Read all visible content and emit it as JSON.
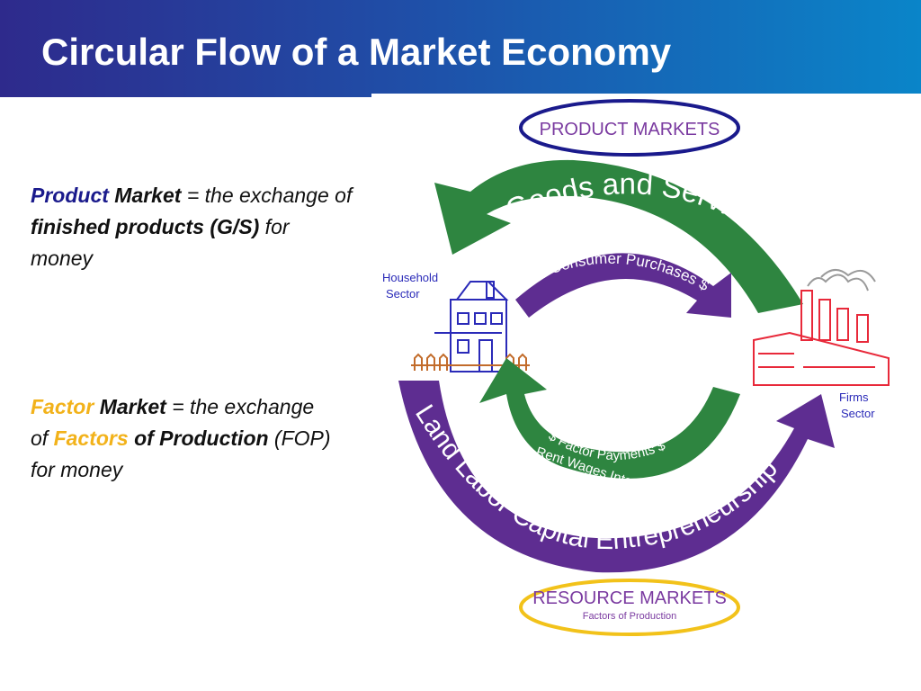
{
  "header": {
    "title": "Circular Flow of a Market Economy"
  },
  "colors": {
    "header_start": "#2e2a8c",
    "header_end": "#0a85c9",
    "green_arrow": "#2e8540",
    "purple_arrow": "#5e2d91",
    "navy_text": "#1a1a8c",
    "gold_text": "#f2b21a",
    "firms_red": "#e8293a",
    "household_blue": "#2a2ab8"
  },
  "left_text": {
    "product": {
      "w1": "Product",
      "w2": "Market",
      "w3": " = the exchange of ",
      "w4": "finished products",
      "w5": "(G/S)",
      "w6": " for money"
    },
    "factor": {
      "w1": "Factor",
      "w2": "Market",
      "w3": " = the exchange of ",
      "w4": "Factors",
      "w5": "of Production",
      "w6": " (FOP) for money"
    }
  },
  "diagram": {
    "product_markets": "PRODUCT MARKETS",
    "goods_services": "Goods and Services",
    "consumer_purchases": "$ Consumer Purchases $",
    "household_sector": [
      "Household",
      "Sector"
    ],
    "firms_sector": [
      "Firms",
      "Sector"
    ],
    "factor_payments": "$ Factor Payments $",
    "factor_payment_types": "Rent  Wages  Interest  Profit",
    "fop_list": "Land  Labor  Capital  Entrepreneurship",
    "resource_markets": "RESOURCE MARKETS",
    "factors_of_production": "Factors of Production",
    "icons": [
      "house-icon",
      "factory-icon"
    ]
  }
}
